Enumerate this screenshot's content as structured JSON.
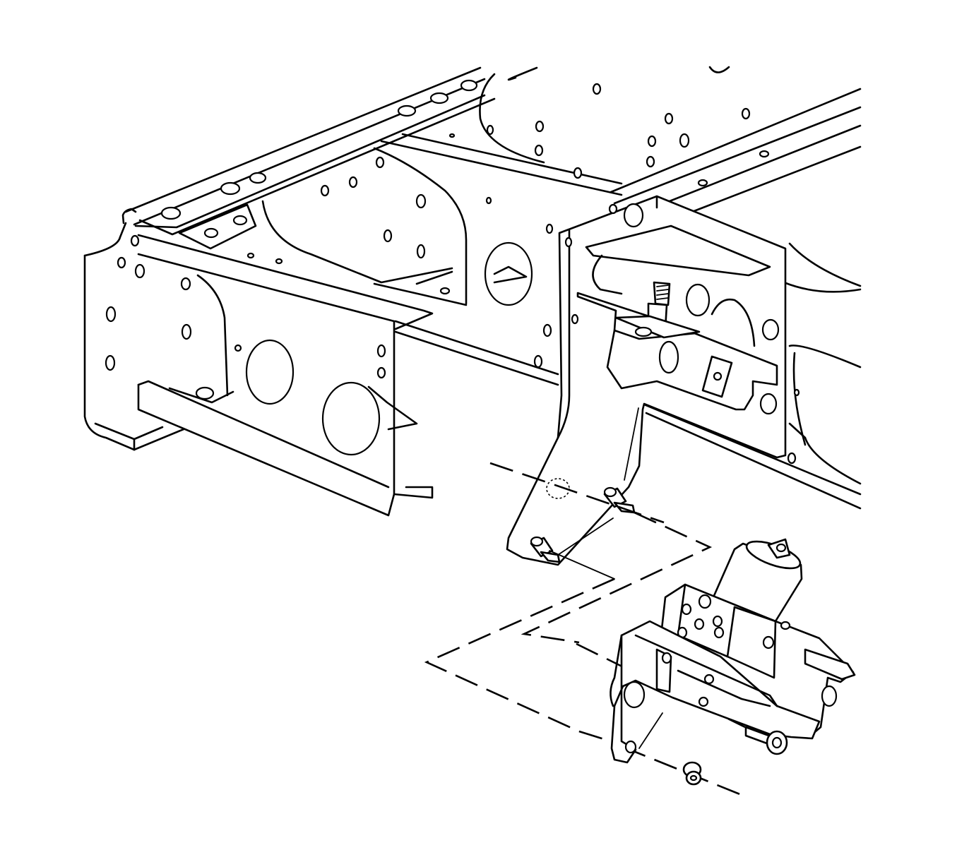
{
  "figure": {
    "background_color": "#ffffff",
    "line_color": "#000000",
    "components": [
      "vehicle-frame-rail",
      "frame-crossmember",
      "mounting-bracket",
      "stud",
      "stud",
      "brake-modulator-assembly",
      "modulator-bolt",
      "modulator-nut"
    ]
  }
}
